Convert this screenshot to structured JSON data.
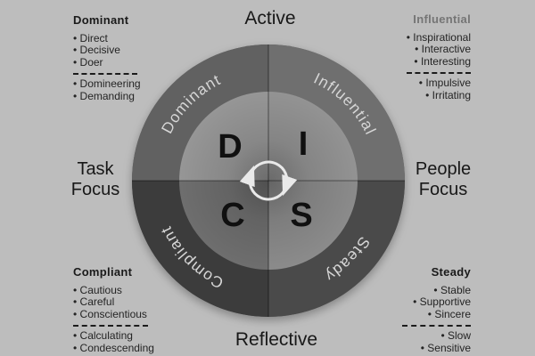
{
  "title": "DISC personality model diagram",
  "axes": {
    "top": "Active",
    "bottom": "Reflective",
    "left_line1": "Task",
    "left_line2": "Focus",
    "right_line1": "People",
    "right_line2": "Focus"
  },
  "quadrants": {
    "dominant": {
      "letter": "D",
      "ring_label": "Dominant",
      "heading": "Dominant",
      "traits": [
        "Direct",
        "Decisive",
        "Doer"
      ],
      "negatives": [
        "Domineering",
        "Demanding"
      ]
    },
    "influential": {
      "letter": "I",
      "ring_label": "Influential",
      "heading": "Influential",
      "traits": [
        "Inspirational",
        "Interactive",
        "Interesting"
      ],
      "negatives": [
        "Impulsive",
        "Irritating"
      ]
    },
    "compliant": {
      "letter": "C",
      "ring_label": "Compliant",
      "heading": "Compliant",
      "traits": [
        "Cautious",
        "Careful",
        "Conscientious"
      ],
      "negatives": [
        "Calculating",
        "Condescending"
      ]
    },
    "steady": {
      "letter": "S",
      "ring_label": "Steady",
      "heading": "Steady",
      "traits": [
        "Stable",
        "Supportive",
        "Sincere"
      ],
      "negatives": [
        "Slow",
        "Sensitive"
      ]
    }
  },
  "colors": {
    "background": "#bdbdbd",
    "ring_dominant": "#616161",
    "ring_influential": "#6f6f6f",
    "ring_compliant": "#3c3c3c",
    "ring_steady": "#4a4a4a",
    "inner_d": "#969696",
    "inner_i": "#939393",
    "inner_c": "#6e6e6e",
    "inner_s": "#8b8b8b",
    "ring_label_text": "#d6d6d6",
    "letter_text": "#101010",
    "arrow": "#e9e9e9"
  }
}
